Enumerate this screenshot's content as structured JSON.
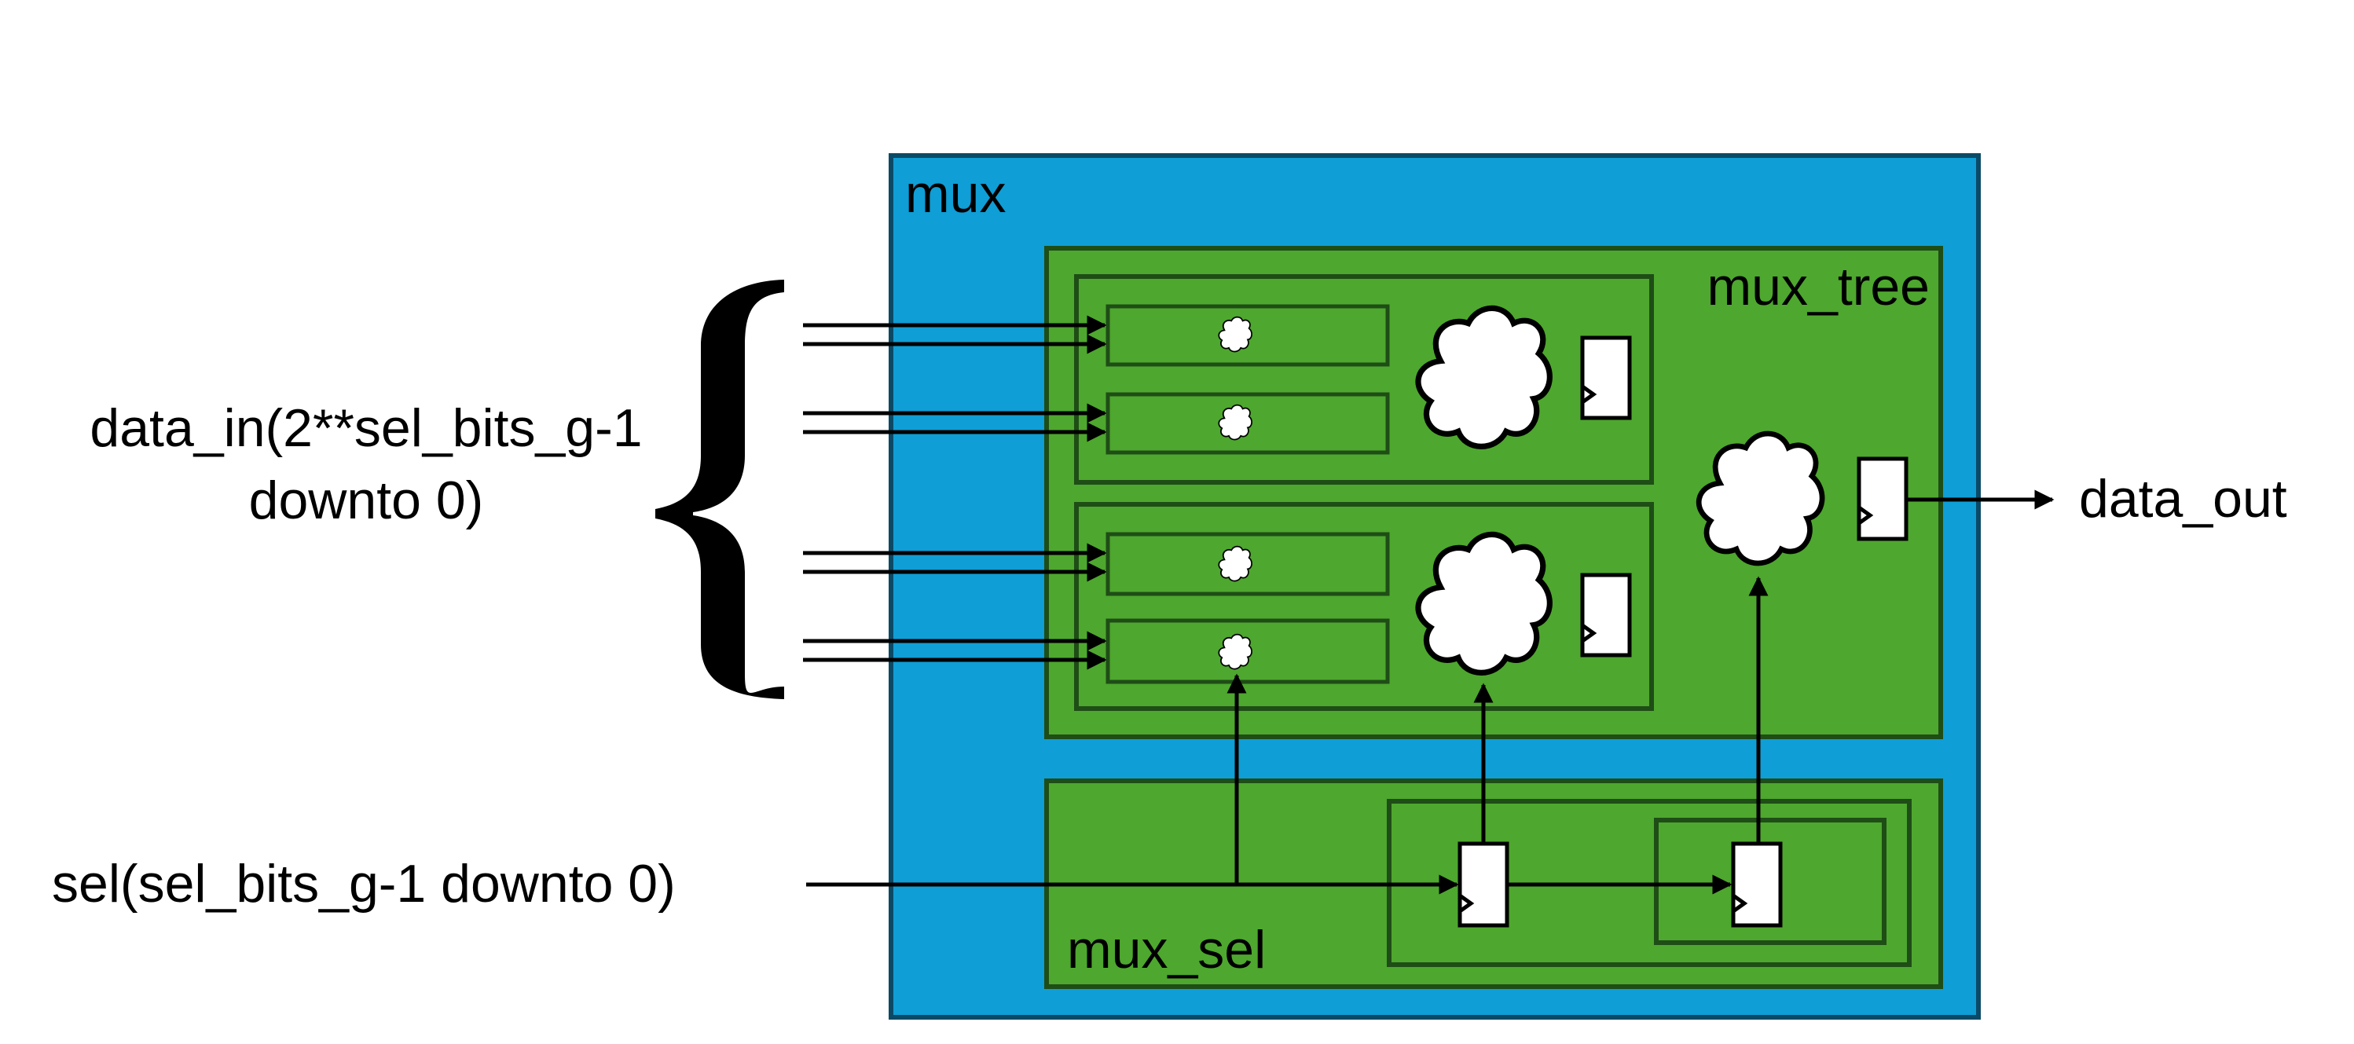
{
  "labels": {
    "mux": "mux",
    "mux_tree": "mux_tree",
    "mux_sel": "mux_sel",
    "data_in_line1": "data_in(2**sel_bits_g-1",
    "data_in_line2": "downto 0)",
    "sel": "sel(sel_bits_g-1 downto 0)",
    "data_out": "data_out"
  },
  "colors": {
    "mux_fill": "#0f9ed6",
    "mux_border": "#0b4a66",
    "block_fill": "#4ea72e",
    "block_border": "#1e4d16",
    "element_fill": "#ffffff",
    "wire": "#000000"
  }
}
